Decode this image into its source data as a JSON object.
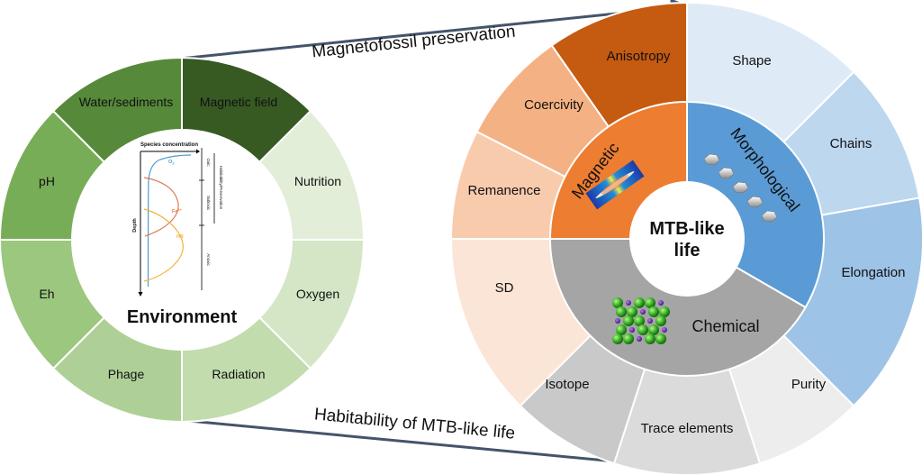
{
  "environment": {
    "title": "Environment",
    "segments": [
      {
        "label": "Water/sediments",
        "color": "#375a23"
      },
      {
        "label": "Magnetic field",
        "color": "#e2eed8"
      },
      {
        "label": "Nutrition",
        "color": "#d4e6c6"
      },
      {
        "label": "Oxygen",
        "color": "#c2dcae"
      },
      {
        "label": "Radiation",
        "color": "#aed097"
      },
      {
        "label": "Phage",
        "color": "#9cc77f"
      },
      {
        "label": "Eh",
        "color": "#78ad57"
      },
      {
        "label": "pH",
        "color": "#56893a"
      }
    ],
    "profile": {
      "top_label": "Species concentration",
      "depth_label": "Depth",
      "o2_label": "O",
      "o2_sub": "2",
      "fe_label": "Fe",
      "fe_sup": "2+",
      "hs_label": "HS",
      "hs_sup": "-",
      "zones": [
        "Oxic",
        "Suboxic",
        "Anoxic"
      ],
      "range_label": "Habitability/Preservation"
    }
  },
  "mtb": {
    "center_line1": "MTB-like",
    "center_line2": "life",
    "inner": [
      {
        "label": "Magnetic",
        "color": "#ed7d31"
      },
      {
        "label": "Morphological",
        "color": "#5b9bd5"
      },
      {
        "label": "Chemical",
        "color": "#a5a5a5"
      }
    ],
    "outer": [
      {
        "label": "Anisotropy",
        "color": "#c55a11"
      },
      {
        "label": "Shape",
        "color": "#deebf7"
      },
      {
        "label": "Chains",
        "color": "#bdd7ee"
      },
      {
        "label": "Elongation",
        "color": "#9dc3e6"
      },
      {
        "label": "Purity",
        "color": "#ededed"
      },
      {
        "label": "Trace elements",
        "color": "#dbdbdb"
      },
      {
        "label": "Isotope",
        "color": "#c9c9c9"
      },
      {
        "label": "SD",
        "color": "#fbe5d6"
      },
      {
        "label": "Remanence",
        "color": "#f8cbad"
      },
      {
        "label": "Coercivity",
        "color": "#f4b183"
      }
    ]
  },
  "captions": {
    "top": "Magnetofossil preservation",
    "bottom": "Habitability of MTB-like life"
  },
  "colors": {
    "arrow": "#44546a"
  }
}
